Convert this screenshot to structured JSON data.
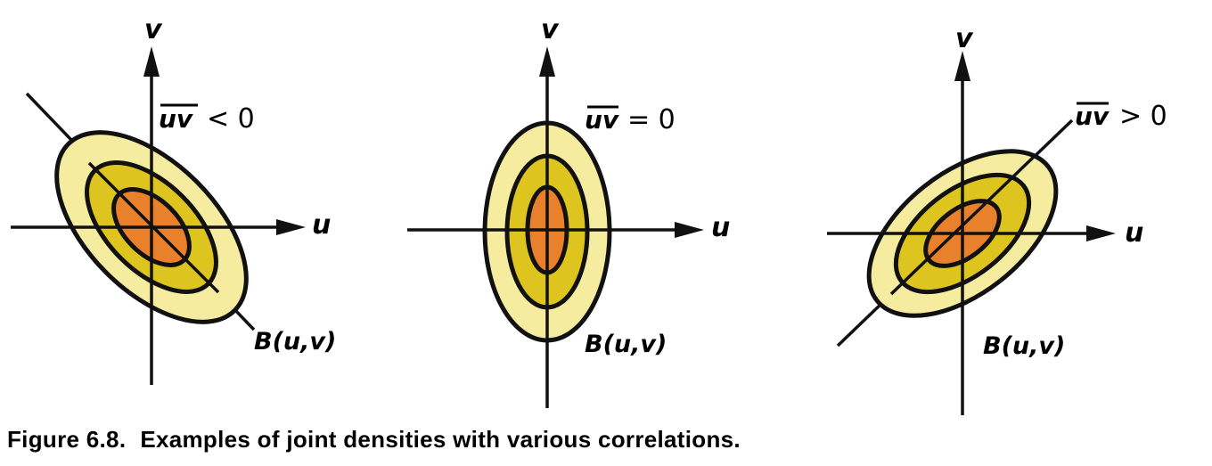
{
  "colors": {
    "outer_contour": "#f6eca0",
    "middle_contour": "#ddc41f",
    "inner_contour": "#e8802c",
    "line": "#111111"
  },
  "panels": [
    {
      "v_label": "v",
      "u_label": "u",
      "correlation_symbol": "uv",
      "relation": "< 0",
      "density_label": "B(u,v)"
    },
    {
      "v_label": "v",
      "u_label": "u",
      "correlation_symbol": "uv",
      "relation": "= 0",
      "density_label": "B(u,v)"
    },
    {
      "v_label": "v",
      "u_label": "u",
      "correlation_symbol": "uv",
      "relation": "> 0",
      "density_label": "B(u,v)"
    }
  ],
  "caption": {
    "number": "Figure 6.8.",
    "text": "Examples of joint densities with various correlations."
  }
}
